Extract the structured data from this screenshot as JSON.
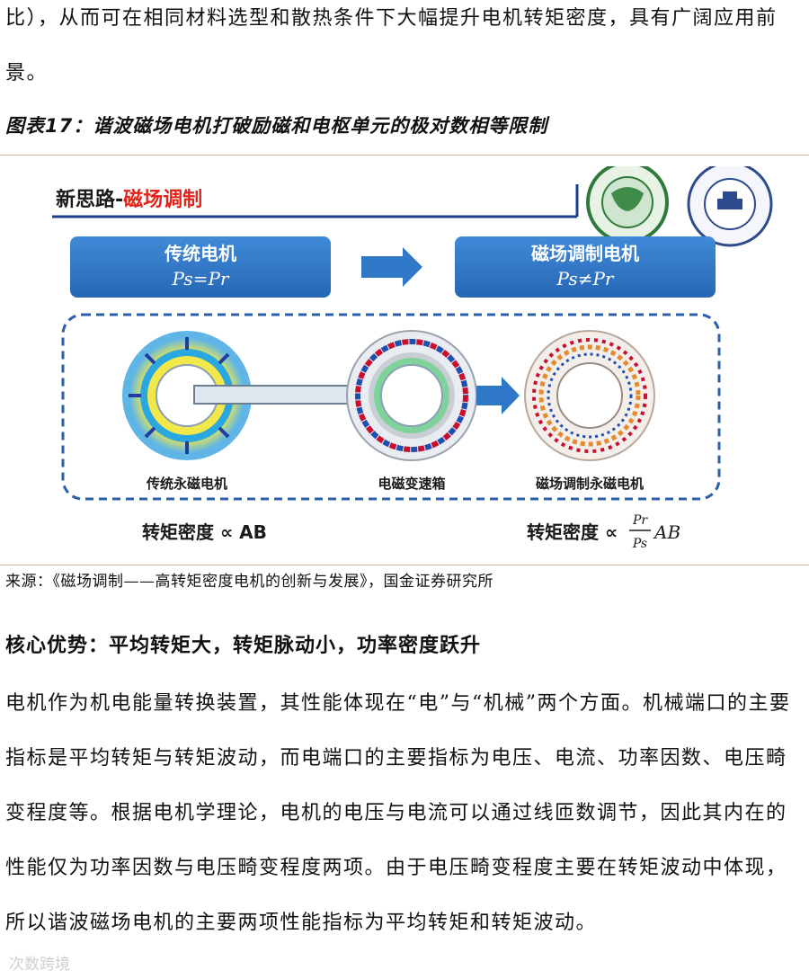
{
  "intro_text": "比），从而可在相同材料选型和散热条件下大幅提升电机转矩密度，具有广阔应用前景。",
  "figure_caption": "图表17：谐波磁场电机打破励磁和电枢单元的极对数相等限制",
  "figure": {
    "header": "新思路-",
    "header_highlight": "磁场调制",
    "left_box": {
      "title": "传统电机",
      "formula": "Ps=Pr"
    },
    "right_box": {
      "title": "磁场调制电机",
      "formula": "Ps≠Pr"
    },
    "motor_labels": [
      "传统永磁电机",
      "电磁变速箱",
      "磁场调制永磁电机"
    ],
    "density_left": "转矩密度 ∝ AB",
    "density_right_label": "转矩密度 ∝",
    "density_right_frac_num": "Pr",
    "density_right_frac_den": "Ps",
    "density_right_suffix": "AB",
    "colors": {
      "blue_box": "#2f78c8",
      "header_red": "#e2231a",
      "dash_blue": "#2c5fa8",
      "arrow_blue": "#2f78c8"
    }
  },
  "source_text": "来源：《磁场调制——高转矩密度电机的创新与发展》，国金证券研究所",
  "section_heading": "核心优势：平均转矩大，转矩脉动小，功率密度跃升",
  "body_text": "电机作为机电能量转换装置，其性能体现在“电”与“机械”两个方面。机械端口的主要指标是平均转矩与转矩波动，而电端口的主要指标为电压、电流、功率因数、电压畸变程度等。根据电机学理论，电机的电压与电流可以通过线匝数调节，因此其内在的性能仅为功率因数与电压畸变程度两项。由于电压畸变程度主要在转矩波动中体现，所以谐波磁场电机的主要两项性能指标为平均转矩和转矩波动。",
  "watermark": "次数跨境"
}
